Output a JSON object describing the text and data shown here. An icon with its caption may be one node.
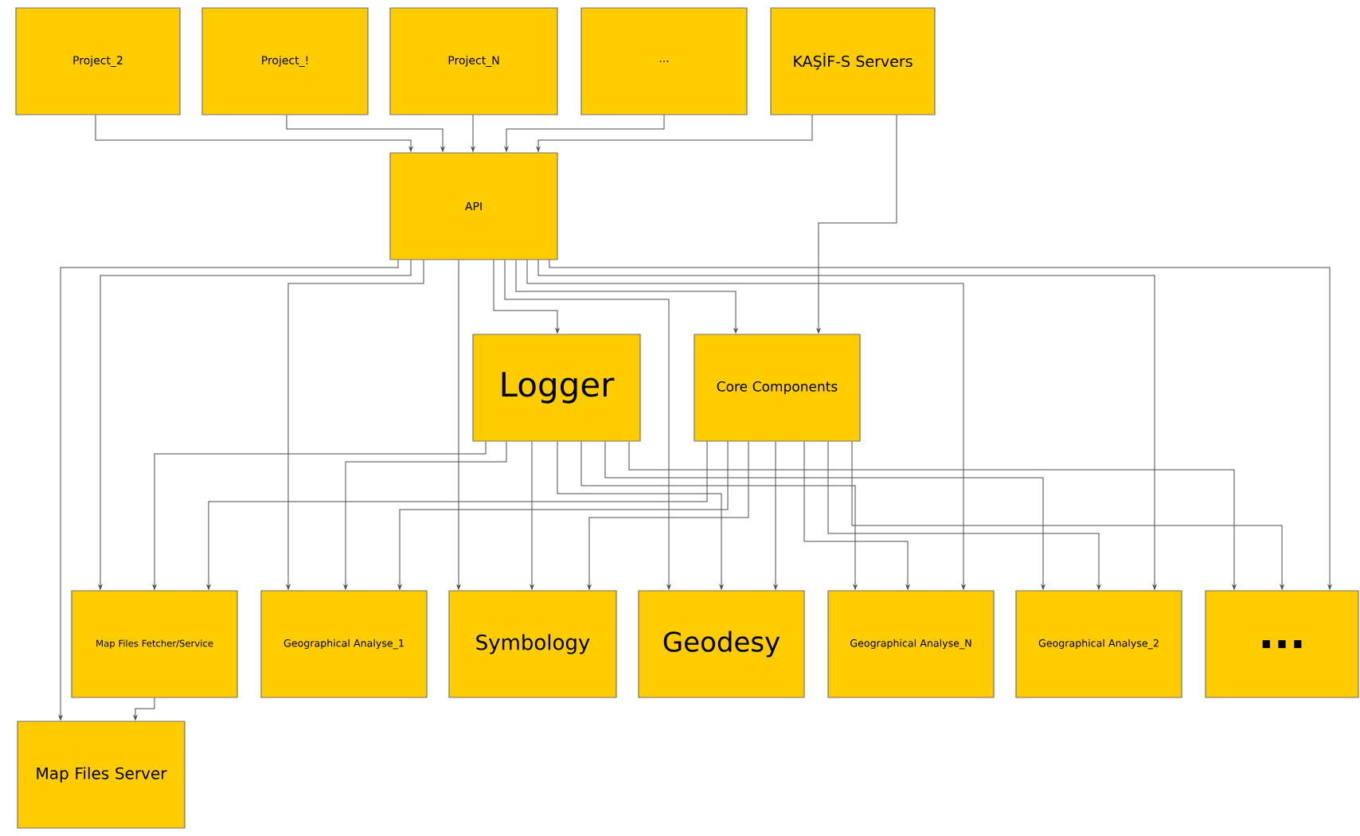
{
  "diagram": {
    "nodes": [
      {
        "text": [
          "Project_2"
        ]
      },
      {
        "text": [
          "Project_!"
        ]
      },
      {
        "text": [
          "Project_N"
        ]
      },
      {
        "text": [
          "..."
        ]
      },
      {
        "text": [
          "KAŞİF-S Servers"
        ]
      },
      {
        "text": [
          "API"
        ]
      },
      {
        "text": [
          "Logger"
        ]
      },
      {
        "text": [
          "Core Components"
        ]
      },
      {
        "text": [
          "Map Files Fetcher/Service"
        ]
      },
      {
        "text": [
          "Geographical Analyse_1"
        ]
      },
      {
        "text": [
          "Symbology"
        ]
      },
      {
        "text": [
          "Geodesy"
        ]
      },
      {
        "text": [
          "Geographical Analyse_N"
        ]
      },
      {
        "text": [
          "Geographical Analyse_2"
        ]
      },
      {
        "text": [
          "..."
        ]
      },
      {
        "text": [
          "Map Files Server"
        ]
      }
    ],
    "edges": [
      {
        "from": 0,
        "to": 5,
        "arrow": "to"
      },
      {
        "from": 1,
        "to": 5,
        "arrow": "to"
      },
      {
        "from": 2,
        "to": 5,
        "arrow": "to"
      },
      {
        "from": 3,
        "to": 5,
        "arrow": "to"
      },
      {
        "from": 4,
        "to": 5,
        "arrow": "to"
      },
      {
        "from": 4,
        "to": 7,
        "arrow": "to"
      },
      {
        "from": 5,
        "to": 15,
        "arrow": "to"
      },
      {
        "from": 5,
        "to": 8,
        "arrow": "to"
      },
      {
        "from": 5,
        "to": 9,
        "arrow": "to"
      },
      {
        "from": 5,
        "to": 10,
        "arrow": "to"
      },
      {
        "from": 5,
        "to": 6,
        "arrow": "to"
      },
      {
        "from": 5,
        "to": 11,
        "arrow": "to"
      },
      {
        "from": 5,
        "to": 7,
        "arrow": "to"
      },
      {
        "from": 5,
        "to": 12,
        "arrow": "to"
      },
      {
        "from": 5,
        "to": 13,
        "arrow": "to"
      },
      {
        "from": 5,
        "to": 14,
        "arrow": "to"
      },
      {
        "from": 6,
        "to": 8,
        "arrow": "to"
      },
      {
        "from": 6,
        "to": 9,
        "arrow": "to"
      },
      {
        "from": 6,
        "to": 10,
        "arrow": "to"
      },
      {
        "from": 6,
        "to": 11,
        "arrow": "to"
      },
      {
        "from": 6,
        "to": 12,
        "arrow": "to"
      },
      {
        "from": 6,
        "to": 13,
        "arrow": "to"
      },
      {
        "from": 6,
        "to": 14,
        "arrow": "to"
      },
      {
        "from": 7,
        "to": 8,
        "arrow": "to"
      },
      {
        "from": 7,
        "to": 9,
        "arrow": "to"
      },
      {
        "from": 7,
        "to": 10,
        "arrow": "to"
      },
      {
        "from": 7,
        "to": 11,
        "arrow": "to"
      },
      {
        "from": 7,
        "to": 12,
        "arrow": "to"
      },
      {
        "from": 7,
        "to": 13,
        "arrow": "to"
      },
      {
        "from": 7,
        "to": 14,
        "arrow": "to"
      },
      {
        "from": 8,
        "to": 15,
        "arrow": "to"
      }
    ]
  }
}
